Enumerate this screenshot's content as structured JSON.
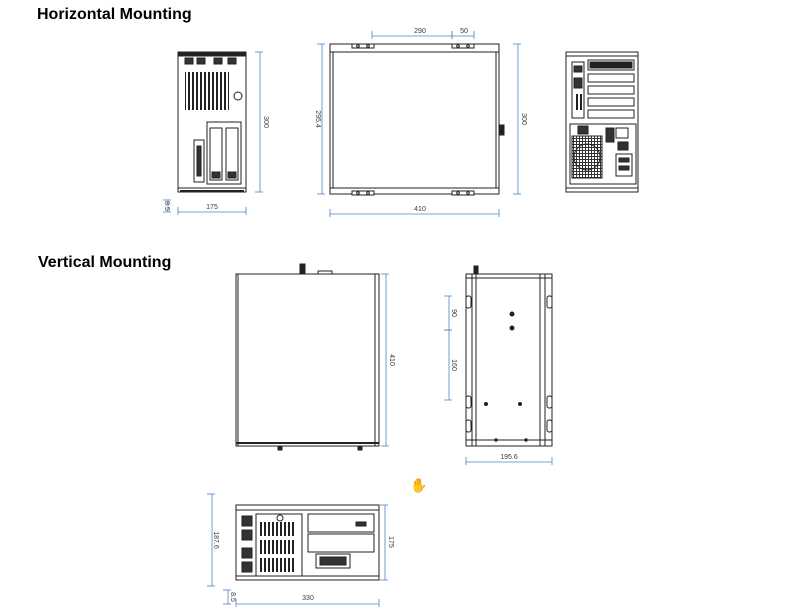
{
  "headings": {
    "horizontal": "Horizontal Mounting",
    "vertical": "Vertical Mounting"
  },
  "dimensions": {
    "h_front_height": "300",
    "h_front_width": "175",
    "h_front_foot": "8.5",
    "h_side_top_a": "290",
    "h_side_top_b": "50",
    "h_side_left": "295.4",
    "h_side_right": "300",
    "h_side_bottom": "410",
    "v_side_height": "410",
    "v_end_a": "90",
    "v_end_b": "160",
    "v_end_width": "195.6",
    "v_bottom_left": "187.6",
    "v_bottom_right": "175",
    "v_bottom_width": "330",
    "v_bottom_foot": "8.5"
  },
  "colors": {
    "line": "#222222",
    "dimension": "#4a86c8"
  },
  "cursor_icon": "hand-cursor-icon"
}
